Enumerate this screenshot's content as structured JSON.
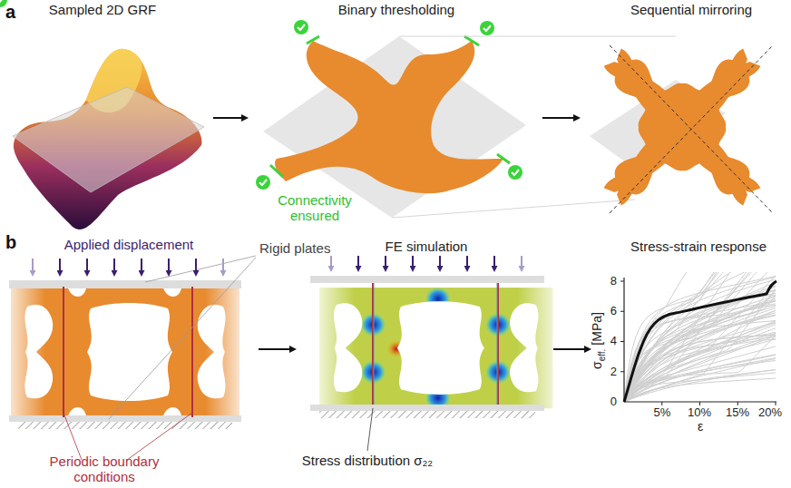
{
  "diagram": {
    "labels": [
      "a",
      "Sampled 2D GRF",
      "Binary thresholding",
      "Sequential mirroring",
      "Connectivity ensured",
      "b",
      "Applied displacement",
      "Rigid plates",
      "Periodic boundary conditions",
      "FE simulation",
      "Stress distribution σ₂₂",
      "Stress-strain response",
      "σ",
      "eff.",
      "[MPa]",
      "8",
      "6",
      "4",
      "2",
      "0",
      "5%",
      "10%",
      "15%",
      "20%",
      "ε"
    ]
  }
}
